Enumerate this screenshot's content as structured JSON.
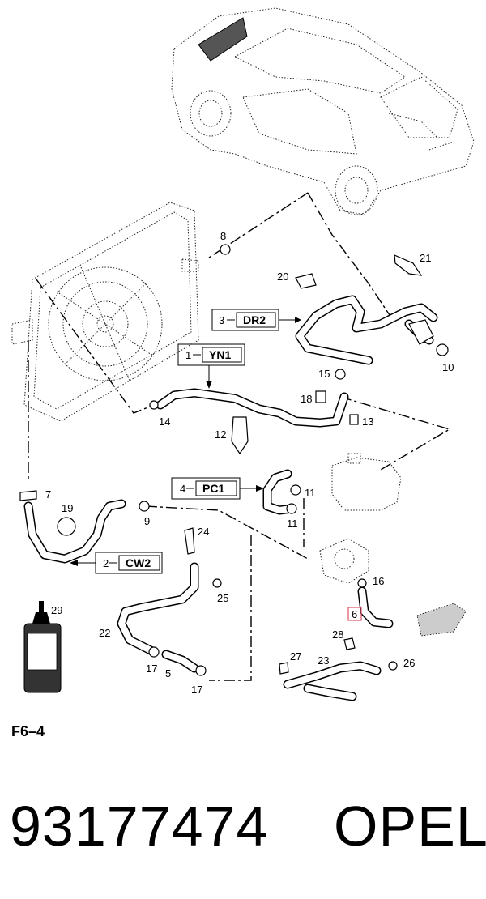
{
  "diagram": {
    "figure_ref": "F6–4",
    "callouts": {
      "c2": "2",
      "c3": "3",
      "c4": "4",
      "c5": "5",
      "c6": "6",
      "c7": "7",
      "c8": "8",
      "c9": "9",
      "c10": "10",
      "c11a": "11",
      "c11b": "11",
      "c12": "12",
      "c13": "13",
      "c14": "14",
      "c15": "15",
      "c16": "16",
      "c17a": "17",
      "c17b": "17",
      "c18": "18",
      "c19": "19",
      "c20": "20",
      "c21": "21",
      "c22": "22",
      "c23": "23",
      "c24": "24",
      "c25": "25",
      "c26": "26",
      "c27": "27",
      "c28": "28",
      "c29": "29"
    },
    "assemblies": [
      {
        "number": "1",
        "code": "YN1"
      },
      {
        "number": "2",
        "code": "CW2"
      },
      {
        "number": "3",
        "code": "DR2"
      },
      {
        "number": "4",
        "code": "PC1"
      }
    ],
    "highlighted_callout": "6",
    "highlight_color": "#e0556a"
  },
  "footer": {
    "part_number": "93177474",
    "brand": "OPEL"
  }
}
